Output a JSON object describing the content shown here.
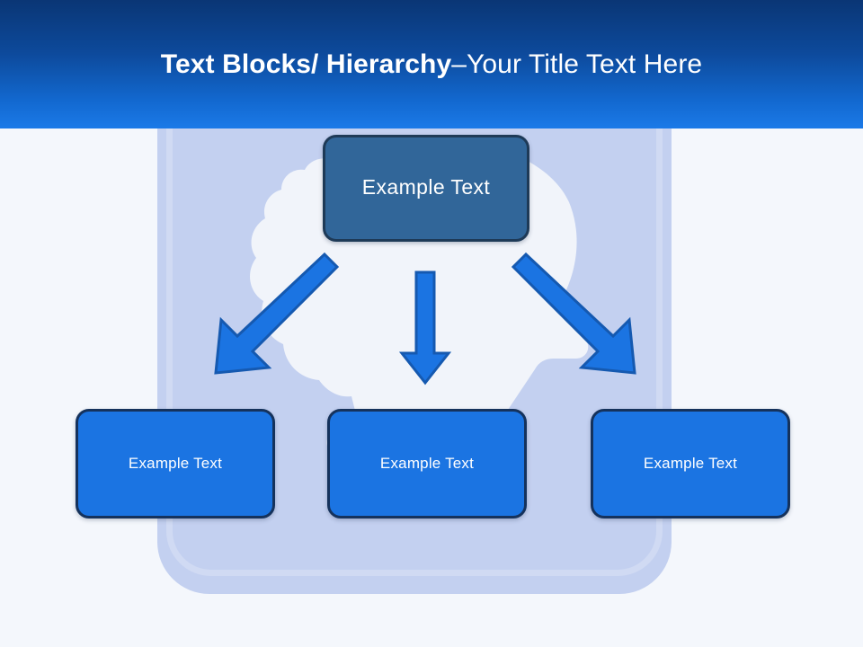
{
  "slide": {
    "title": {
      "strong": "Text Blocks/ Hierarchy",
      "separator": " – ",
      "light": "Your Title Text Here",
      "full": "Text Blocks/ Hierarchy – Your Title Text Here"
    },
    "background_color": "#f4f7fc",
    "header_gradient_from": "#0a3675",
    "header_gradient_to": "#1b7ae8"
  },
  "diagram": {
    "type": "hierarchy",
    "panel_color": "#c3d0f0",
    "silhouette": "head-profile-with-brain",
    "silhouette_color": "#f1f4fa",
    "arrow_color": "#1b74e2",
    "arrow_outline_color": "#1559b0",
    "parent": {
      "label": "Example  Text",
      "fill": "#316699",
      "border": "#1e3a57"
    },
    "children": [
      {
        "label": "Example Text",
        "fill": "#1b74e2",
        "border": "#15325c"
      },
      {
        "label": "Example Text",
        "fill": "#1b74e2",
        "border": "#15325c"
      },
      {
        "label": "Example Text",
        "fill": "#1b74e2",
        "border": "#15325c"
      }
    ],
    "arrows": [
      {
        "name": "arrow-to-left-child",
        "direction": "down-left"
      },
      {
        "name": "arrow-to-middle-child",
        "direction": "down"
      },
      {
        "name": "arrow-to-right-child",
        "direction": "down-right"
      }
    ]
  }
}
